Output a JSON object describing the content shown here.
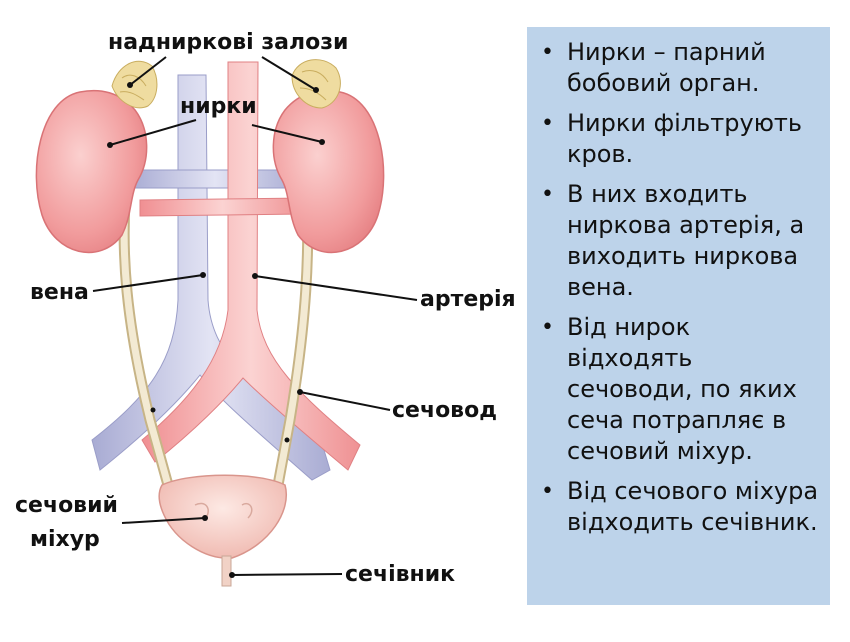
{
  "labels": {
    "adrenal": "надниркові залози",
    "kidneys": "нирки",
    "vein": "вена",
    "artery": "артерія",
    "ureter": "сечовод",
    "bladder_line1": "сечовий",
    "bladder_line2": "міхур",
    "urethra": "сечівник"
  },
  "facts": [
    "Нирки – парний бобовий орган.",
    "Нирки фільтрують кров.",
    "В них входить ниркова артерія, а виходить ниркова вена.",
    "Від нирок відходять сечоводи, по яких сеча потрапляє в сечовий міхур.",
    "Від сечового міхура відходить сечівник."
  ],
  "colors": {
    "kidney": "#f4a6a6",
    "artery": "#f5b3b3",
    "vein": "#c9cbe6",
    "ureter": "#ede0c4",
    "bladder": "#f6d2cc",
    "adrenal": "#efdca0",
    "panel": "#bdd3ea"
  }
}
